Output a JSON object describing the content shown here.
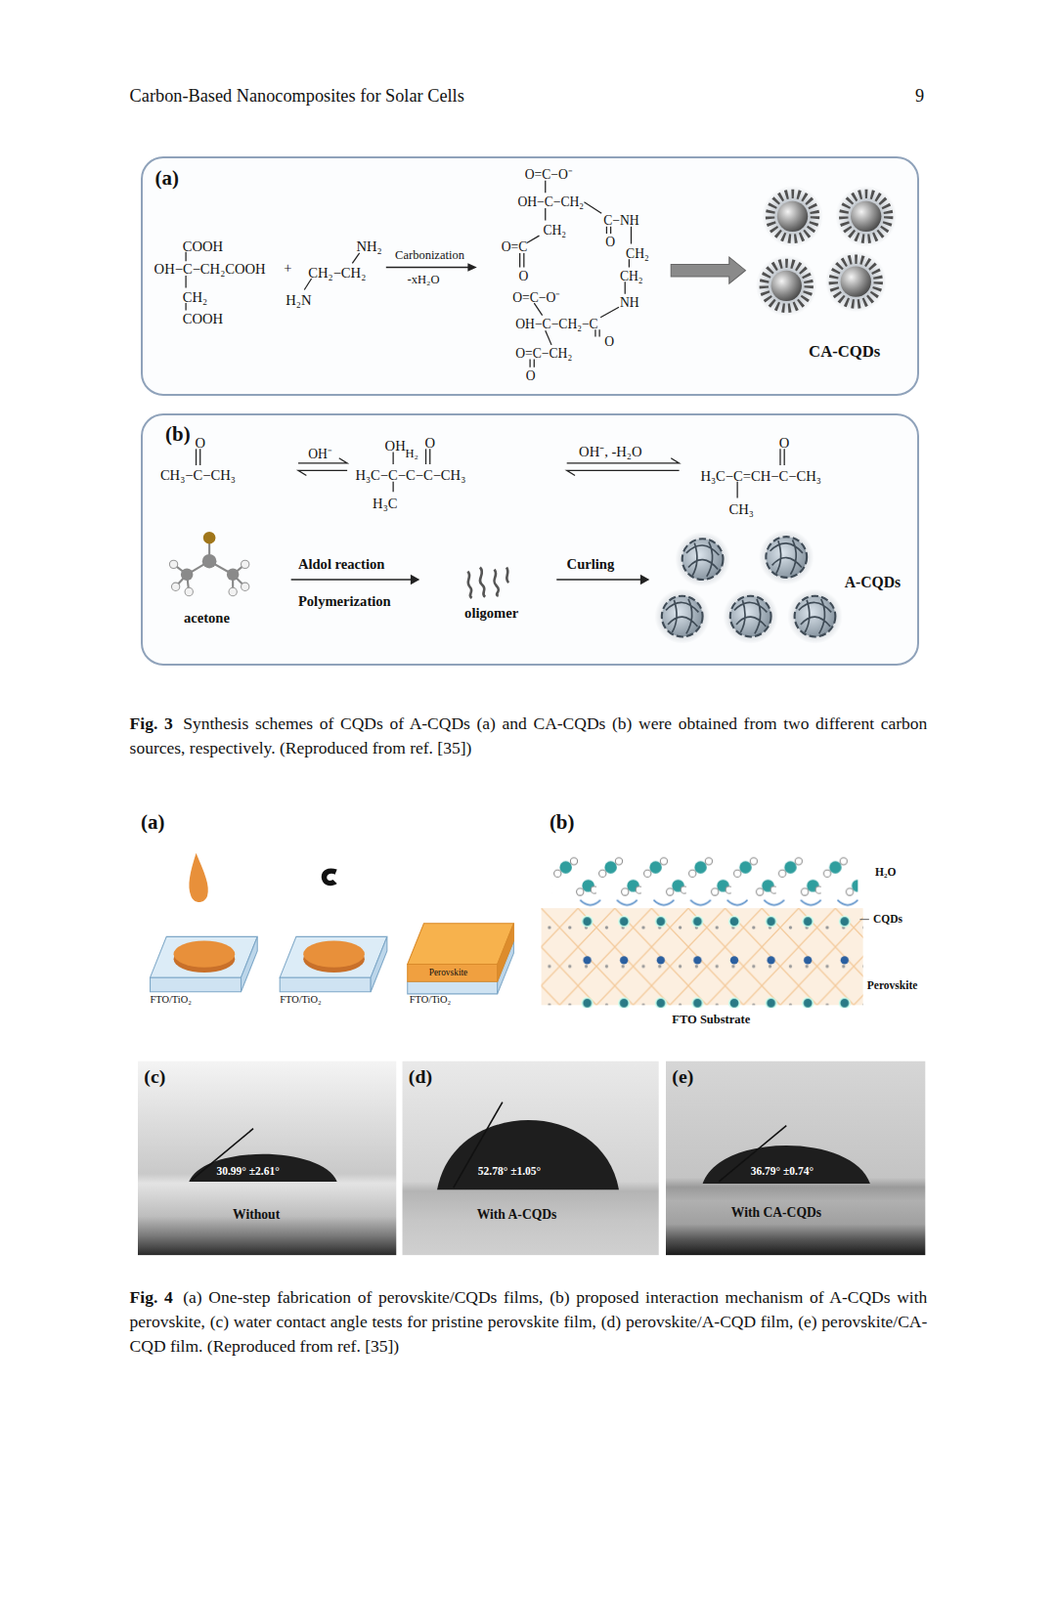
{
  "diagram": {
    "title": "Carbon-Based Nanocomposites for Solar Cells",
    "nodes": [
      {
        "text": [
          "(a)",
          "COOH",
          "OH−C−CH₂COOH",
          "CH₂",
          "COOH",
          "+",
          "NH₂",
          "CH₂−CH₂",
          "H₂N",
          "Carbonization",
          "-xH₂O",
          "O=C−O⁻",
          "OH−C−CH₂",
          "C−NH",
          "CH₂",
          "O",
          "CH₂",
          "O=C",
          "O",
          "CH₂",
          "O=C−O⁻",
          "NH",
          "OH−C−CH₂−C",
          "O",
          "O=C−CH₂",
          "O",
          "CA-CQDs"
        ]
      },
      {
        "text": [
          "(b)",
          "O",
          "CH₃−C−CH₃",
          "OH⁻",
          "OH",
          "H₂",
          "O",
          "H₃C−C−C−C−CH₃",
          "H₃C",
          "OH⁻, -H₂O",
          "O",
          "H₃C−C=CH−C−CH₃",
          "CH₃",
          "acetone",
          "Aldol reaction",
          "Polymerization",
          "oligomer",
          "Curling",
          "A-CQDs"
        ]
      },
      {
        "text": [
          "(c)",
          "30.99° ±2.61°",
          "Without"
        ]
      },
      {
        "text": [
          "(d)",
          "52.78° ±1.05°",
          "With A-CQDs"
        ]
      },
      {
        "text": [
          "(e)",
          "36.79° ±0.74°",
          "With CA-CQDs"
        ]
      }
    ],
    "labels": [
      "9",
      "Fig. 3",
      "Synthesis schemes of CQDs of A-CQDs (a) and CA-CQDs (b) were obtained from two different carbon sources, respectively. (Reproduced from ref. [35])",
      "(a)",
      "Perovskite",
      "FTO/TiO₂",
      "FTO/TiO₂",
      "FTO/TiO₂",
      "(b)",
      "H₂O",
      "CQDs",
      "Perovskite",
      "FTO Substrate",
      "Fig. 4",
      "(a) One-step fabrication of perovskite/CQDs films, (b) proposed interaction mechanism of A-CQDs with perovskite, (c) water contact angle tests for pristine perovskite film, (d) perovskite/A-CQD film, (e) perovskite/CA-CQD film. (Reproduced from ref. [35])"
    ]
  }
}
